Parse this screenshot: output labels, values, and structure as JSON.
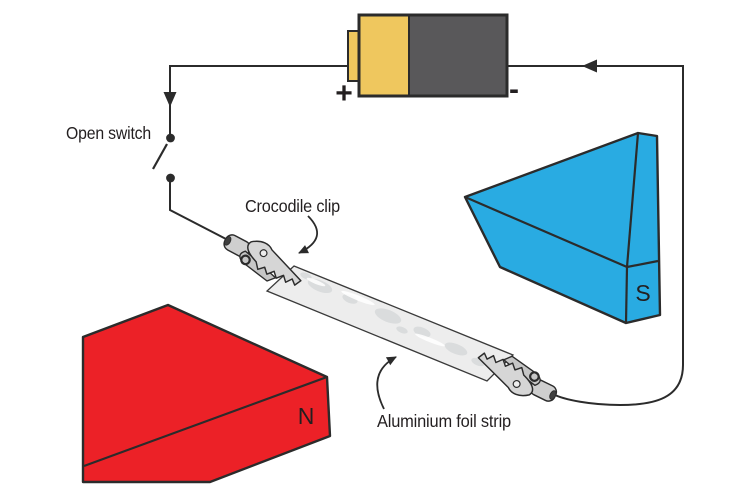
{
  "labels": {
    "open_switch": "Open switch",
    "crocodile_clip": "Crocodile clip",
    "aluminium_foil_strip": "Aluminium foil strip"
  },
  "battery": {
    "positive": "+",
    "negative": "-"
  },
  "magnets": {
    "north": "N",
    "south": "S"
  },
  "colors": {
    "magnet_red": "#EC2127",
    "magnet_blue": "#29ABE2",
    "battery_yellow": "#EFC75E",
    "battery_dark": "#59585A",
    "wire": "#2B2B2B",
    "label_text": "#231F20",
    "clip_fill": "#D6D6D6",
    "foil_fill": "#EDEDED",
    "foil_blotch": "#DADCDD"
  }
}
